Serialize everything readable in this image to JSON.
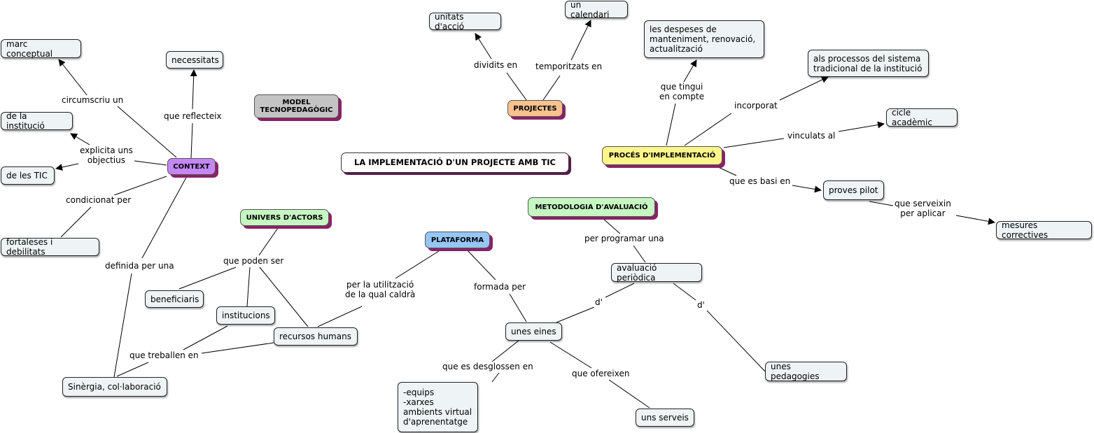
{
  "title": "LA IMPLEMENTACIÓ D'UN PROJECTE AMB TIC",
  "colors": {
    "line": "#000000",
    "node_fill": "#eef3f5",
    "context": "#c488f5",
    "projectes": "#f8c28f",
    "proces": "#fbf58a",
    "univers": "#c6f6c2",
    "metodologia": "#c6f6c2",
    "plataforma": "#95c6f5",
    "model": "#c4c4c4",
    "shadow": "#8a2266"
  },
  "hubs": {
    "model": "MODEL\nTECNOPEDAGÒGIC",
    "context": "CONTEXT",
    "projectes": "PROJECTES",
    "proces": "PROCÉS D'IMPLEMENTACIÓ",
    "univers": "UNIVERS D'ACTORS",
    "metodologia": "METODOLOGIA D'AVALUACIÓ",
    "plataforma": "PLATAFORMA"
  },
  "concepts": {
    "marc_conceptual": "marc conceptual",
    "necessitats": "necessitats",
    "institucio": "de la institució",
    "tic": "de les TIC",
    "fortaleses": "fortaleses i debilitats",
    "unitats": "unitats d'acció",
    "calendari": "un calendari",
    "despeses": "les despeses de\nmanteniment, renovació,\nactualització",
    "processos": "als processos del sistema\ntradicional de la institució",
    "cicle": "cicle acadèmic",
    "proves": "proves pilot",
    "mesures": "mesures correctives",
    "avaluacio": "avaluació periòdica",
    "beneficiaris": "beneficiaris",
    "institucions": "institucions",
    "recursos": "recursos humans",
    "eines": "unes eines",
    "pedagogies": "unes pedagogies",
    "sinergia": "Sinèrgia, col·laboració",
    "equips": "-equips\n-xarxes\nambients virtual\nd'aprenentatge",
    "serveis": "uns serveis"
  },
  "links": {
    "circumscriu": "circumscriu un",
    "reflecteix": "que reflecteix",
    "explicita": "explicita uns\nobjectius",
    "condicionat": "condicionat per",
    "definida": "definida per una",
    "dividits": "dividits en",
    "temporitzats": "temporitzats en",
    "tingui": "que tingui\nen compte",
    "incorporat": "incorporat",
    "vinculats": "vinculats al",
    "basi": "que es basi en",
    "serveixin": "que serveixin\nper aplicar",
    "programar": "per programar una",
    "d_left": "d'",
    "d_right": "d'",
    "poden_ser": "que poden ser",
    "utilitzacio": "per la utilització\nde la qual caldrà",
    "formada": "formada per",
    "treballen": "que treballen en",
    "desglossen": "que es desglossen en",
    "ofereixen": "que ofereixen"
  }
}
